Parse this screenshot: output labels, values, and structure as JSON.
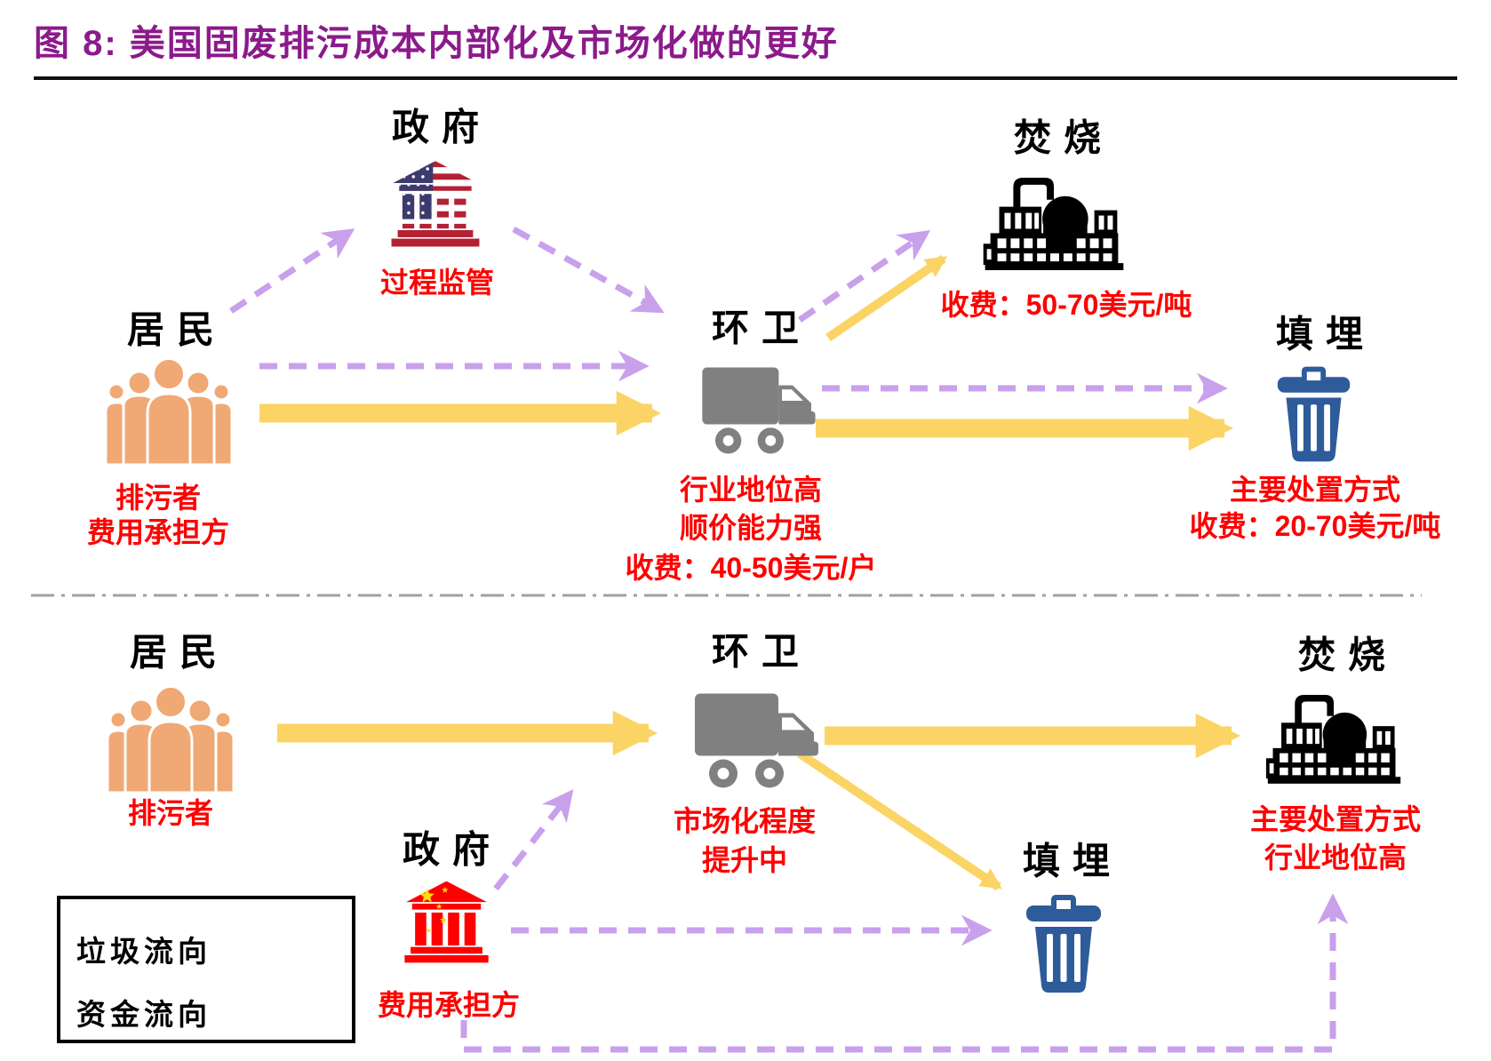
{
  "title": "图 8:  美国固废排污成本内部化及市场化做的更好",
  "colors": {
    "title_purple": "#8B1A8B",
    "note_red": "#FF0000",
    "waste_arrow_yellow": "#FBD465",
    "money_arrow_purple": "#C9A0EC",
    "truck_gray": "#808080",
    "bin_blue": "#2E5C9A",
    "people_orange": "#F0A875",
    "factory_black": "#000000",
    "us_flag_blue": "#3C3B6E",
    "us_flag_red": "#B22234",
    "cn_red": "#FE0000",
    "cn_star_yellow": "#FFDE00"
  },
  "top_section": {
    "government": {
      "title": "政府",
      "note1": "过程监管"
    },
    "resident": {
      "title": "居民",
      "note1": "排污者",
      "note2": "费用承担方"
    },
    "sanitation": {
      "title": "环卫",
      "note1": "行业地位高",
      "note2": "顺价能力强",
      "note3": "收费：40-50美元/户"
    },
    "incineration": {
      "title": "焚烧",
      "note1": "收费：50-70美元/吨"
    },
    "landfill": {
      "title": "填埋",
      "note1": "主要处置方式",
      "note2": "收费：20-70美元/吨"
    }
  },
  "bottom_section": {
    "resident": {
      "title": "居民",
      "note1": "排污者"
    },
    "government": {
      "title": "政府",
      "note1": "费用承担方"
    },
    "sanitation": {
      "title": "环卫",
      "note1": "市场化程度",
      "note2": "提升中"
    },
    "landfill": {
      "title": "填埋"
    },
    "incineration": {
      "title": "焚烧",
      "note1": "主要处置方式",
      "note2": "行业地位高"
    }
  },
  "legend": {
    "waste_label": "垃圾流向",
    "money_label": "资金流向"
  }
}
